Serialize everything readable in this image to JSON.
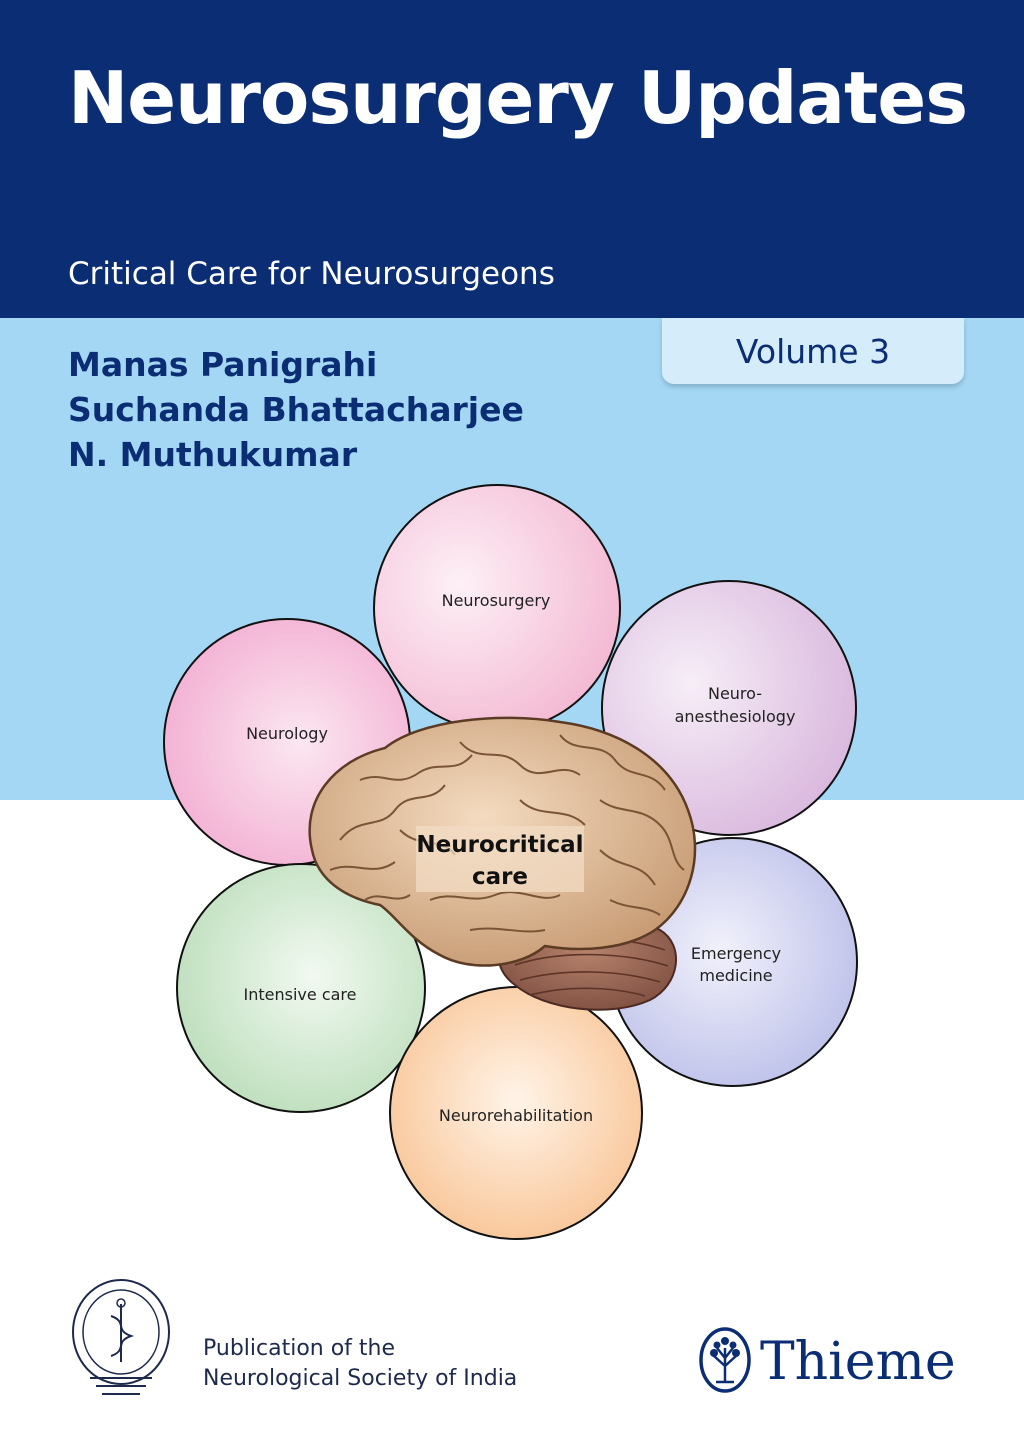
{
  "cover": {
    "title": "Neurosurgery Updates",
    "subtitle": "Critical Care for Neurosurgeons",
    "volume": "Volume 3",
    "authors": [
      "Manas Panigrahi",
      "Suchanda Bhattacharjee",
      "N. Muthukumar"
    ]
  },
  "diagram": {
    "center": [
      "Neurocritical",
      "care"
    ],
    "circles": [
      {
        "lines": [
          "Neurosurgery"
        ]
      },
      {
        "lines": [
          "Neuro-",
          "anesthesiology"
        ]
      },
      {
        "lines": [
          "Neurology"
        ]
      },
      {
        "lines": [
          "Emergency",
          "medicine"
        ]
      },
      {
        "lines": [
          "Intensive care"
        ]
      },
      {
        "lines": [
          "Neurorehabilitation"
        ]
      }
    ]
  },
  "footer": {
    "publication_lines": [
      "Publication of the",
      "Neurological Society of India"
    ],
    "seal_icon": "neurological-society-seal-icon",
    "publisher": "Thieme",
    "publisher_icon": "thieme-tree-logo-icon"
  },
  "colors": {
    "top_band": "#0b2d74",
    "blue_band": "#a3d7f4",
    "volume_tab": "#d5ecfa",
    "neurosurgery": "#f3b8d2",
    "neuroanesthesiology": "#d9b7dd",
    "neurology": "#f2a9cf",
    "emergency_medicine": "#b9bde8",
    "intensive_care": "#b8dcb7",
    "neurorehabilitation": "#f8c08e"
  }
}
